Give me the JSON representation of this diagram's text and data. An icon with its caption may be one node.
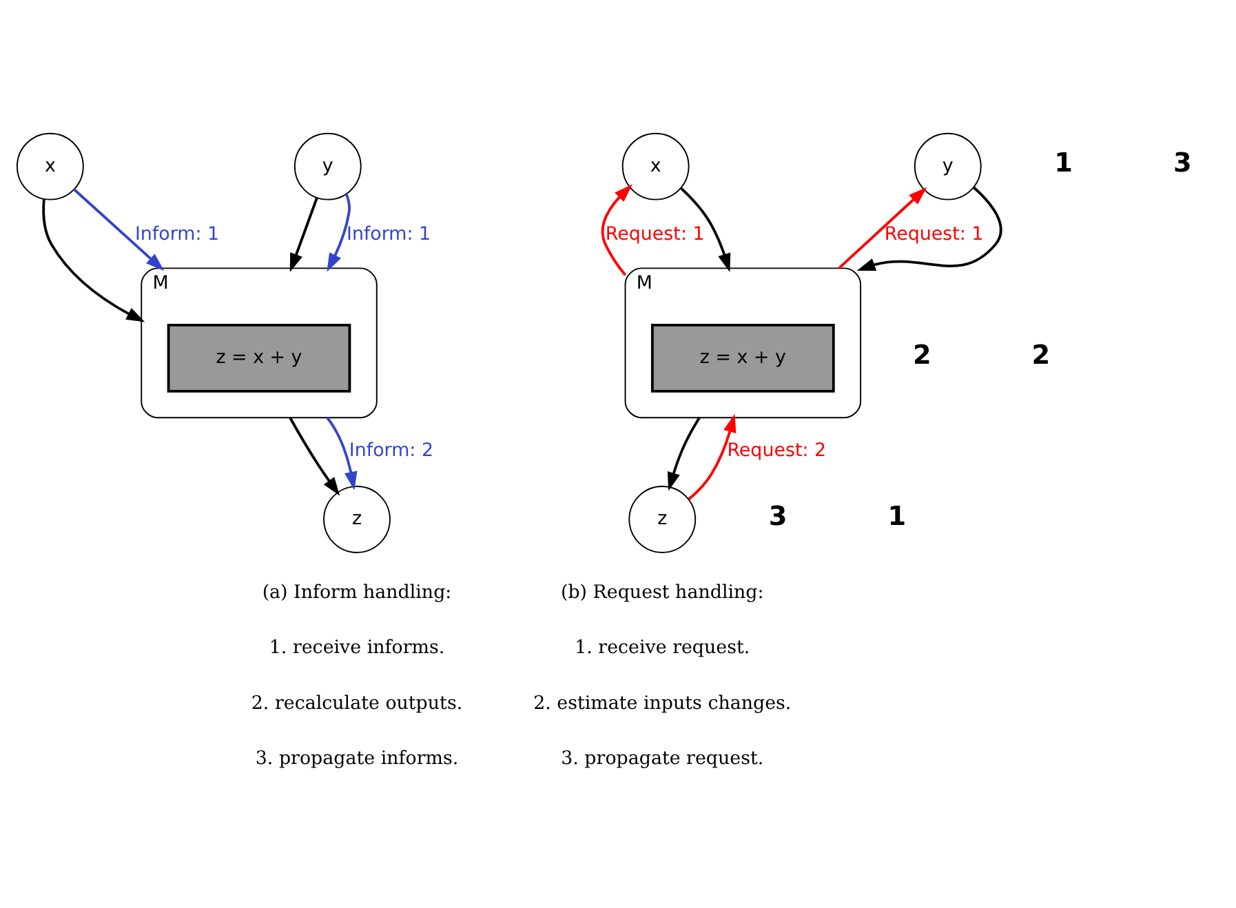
{
  "diagram": {
    "nodes": [
      {
        "text": [
          "x"
        ]
      },
      {
        "text": [
          "y"
        ]
      },
      {
        "text": [
          "M"
        ]
      },
      {
        "text": [
          "z = x + y"
        ],
        "in": 2
      },
      {
        "text": [
          "z"
        ]
      },
      {
        "text": [
          "x"
        ]
      },
      {
        "text": [
          "y"
        ]
      },
      {
        "text": [
          "M"
        ]
      },
      {
        "text": [
          "z = x + y"
        ],
        "in": 7
      },
      {
        "text": [
          "z"
        ]
      }
    ],
    "edges": [
      {
        "from": 0,
        "to": 2,
        "arrow": "to"
      },
      {
        "from": 0,
        "to": 2,
        "arrow": "to",
        "label": "Inform: 1",
        "color": "#3344cc"
      },
      {
        "from": 1,
        "to": 2,
        "arrow": "to"
      },
      {
        "from": 1,
        "to": 2,
        "arrow": "to",
        "label": "Inform: 1",
        "color": "#3344cc"
      },
      {
        "from": 2,
        "to": 4,
        "arrow": "to"
      },
      {
        "from": 2,
        "to": 4,
        "arrow": "to",
        "label": "Inform: 2",
        "color": "#3344cc"
      },
      {
        "from": 7,
        "to": 5,
        "arrow": "to",
        "label": "Request: 1",
        "color": "#ff0000"
      },
      {
        "from": 5,
        "to": 7,
        "arrow": "to"
      },
      {
        "from": 7,
        "to": 6,
        "arrow": "to",
        "label": "Request: 1",
        "color": "#ff0000"
      },
      {
        "from": 6,
        "to": 7,
        "arrow": "to"
      },
      {
        "from": 7,
        "to": 9,
        "arrow": "to"
      },
      {
        "from": 9,
        "to": 7,
        "arrow": "to",
        "label": "Request: 2",
        "color": "#ff0000"
      }
    ],
    "labels": [
      "1",
      "3",
      "2",
      "2",
      "3",
      "1",
      "(a) Inform handling:",
      "1. receive informs.",
      "2. recalculate outputs.",
      "3. propagate informs.",
      "(b) Request handling:",
      "1. receive request.",
      "2. estimate inputs changes.",
      "3. propagate request."
    ]
  }
}
